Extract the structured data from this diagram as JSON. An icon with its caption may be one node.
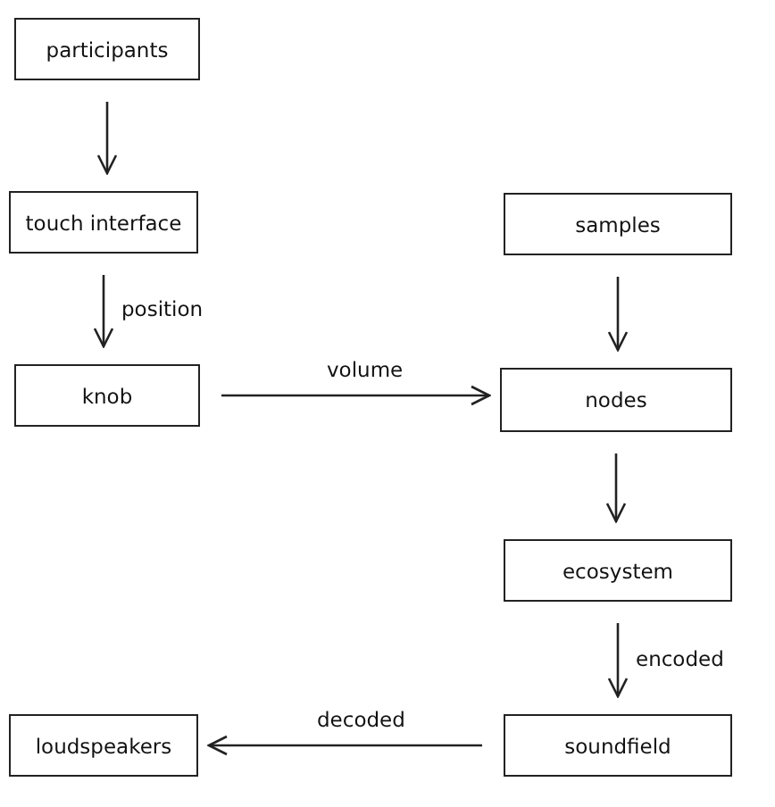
{
  "diagram": {
    "nodes": [
      {
        "text": [
          "participants"
        ]
      },
      {
        "text": [
          "touch interface"
        ]
      },
      {
        "text": [
          "knob"
        ]
      },
      {
        "text": [
          "samples"
        ]
      },
      {
        "text": [
          "nodes"
        ]
      },
      {
        "text": [
          "ecosystem"
        ]
      },
      {
        "text": [
          "soundfield"
        ]
      },
      {
        "text": [
          "loudspeakers"
        ]
      }
    ],
    "edges": [
      {
        "from": 0,
        "to": 1,
        "arrow": "to"
      },
      {
        "from": 1,
        "to": 2,
        "arrow": "to",
        "label": "position"
      },
      {
        "from": 2,
        "to": 4,
        "arrow": "to",
        "label": "volume"
      },
      {
        "from": 3,
        "to": 4,
        "arrow": "to"
      },
      {
        "from": 4,
        "to": 5,
        "arrow": "to"
      },
      {
        "from": 5,
        "to": 6,
        "arrow": "to",
        "label": "encoded"
      },
      {
        "from": 6,
        "to": 7,
        "arrow": "to",
        "label": "decoded"
      }
    ]
  }
}
